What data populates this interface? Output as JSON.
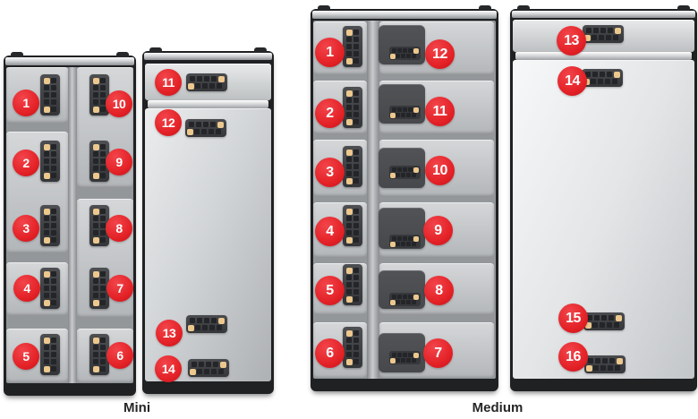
{
  "diagram": {
    "mini": {
      "label": "Mini",
      "front": {
        "markers": [
          "1",
          "2",
          "3",
          "4",
          "5",
          "10",
          "9",
          "8",
          "7",
          "6"
        ]
      },
      "back": {
        "markers": [
          "11",
          "12",
          "13",
          "14"
        ]
      }
    },
    "medium": {
      "label": "Medium",
      "front": {
        "markers": [
          "1",
          "2",
          "3",
          "4",
          "5",
          "6",
          "12",
          "11",
          "10",
          "9",
          "8",
          "7"
        ]
      },
      "back": {
        "markers": [
          "13",
          "14",
          "15",
          "16"
        ]
      }
    },
    "colors": {
      "callout_red": "#e32126",
      "connector_tan": "#ecc88e",
      "chip_dark": "#343639",
      "module_dark": "#46484b",
      "frame_dark": "#1f2123"
    }
  }
}
